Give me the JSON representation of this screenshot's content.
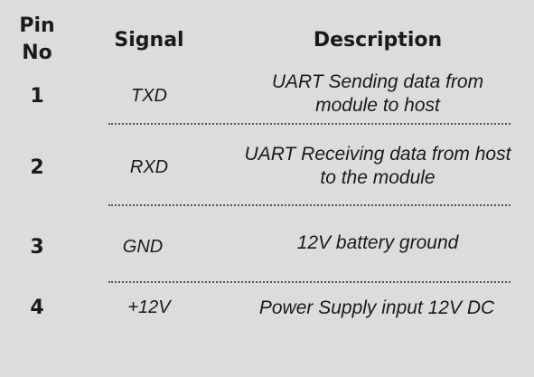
{
  "headers": {
    "pin_no": "Pin No",
    "signal": "Signal",
    "description": "Description"
  },
  "rows": [
    {
      "pin": "1",
      "signal": "TXD",
      "description": "UART Sending data from module to host"
    },
    {
      "pin": "2",
      "signal": "RXD",
      "description": "UART Receiving data from host to the module"
    },
    {
      "pin": "3",
      "signal": "GND",
      "description": "12V battery ground"
    },
    {
      "pin": "4",
      "signal": "+12V",
      "description": "Power Supply input 12V DC"
    }
  ]
}
